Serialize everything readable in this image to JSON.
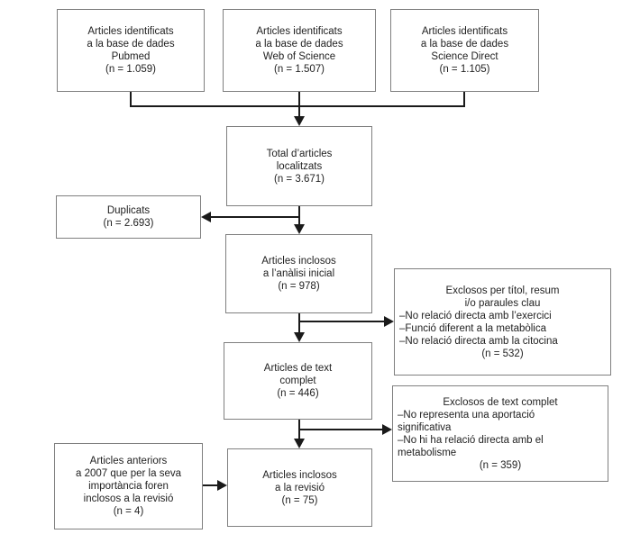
{
  "diagram": {
    "boxes": {
      "pubmed": {
        "lines": [
          "Articles identificats",
          "a la base de dades",
          "Pubmed",
          "(n = 1.059)"
        ]
      },
      "web_of_science": {
        "lines": [
          "Articles identificats",
          "a la base de dades",
          "Web of Science",
          "(n = 1.507)"
        ]
      },
      "science_direct": {
        "lines": [
          "Articles identificats",
          "a la base de dades",
          "Science Direct",
          "(n = 1.105)"
        ]
      },
      "total": {
        "lines": [
          "Total d’articles",
          "localitzats",
          "(n = 3.671)"
        ]
      },
      "duplicats": {
        "lines": [
          "Duplicats",
          "(n = 2.693)"
        ]
      },
      "analisi_inicial": {
        "lines": [
          "Articles inclosos",
          "a l’anàlisi inicial",
          "(n = 978)"
        ]
      },
      "exclosos_titol": {
        "lines": [
          "Exclosos per títol, resum",
          "i/o paraules clau",
          "–No relació directa amb l’exercici",
          "–Funció diferent a la metabòlica",
          "–No relació directa amb la citocina",
          "(n = 532)"
        ]
      },
      "text_complet": {
        "lines": [
          "Articles de text",
          "complet",
          "(n = 446)"
        ]
      },
      "exclosos_text_complet": {
        "lines": [
          "Exclosos de text complet",
          "–No representa una aportació",
          "significativa",
          "–No hi ha relació directa amb el",
          "metabolisme",
          "(n = 359)"
        ]
      },
      "anteriors_2007": {
        "lines": [
          "Articles anteriors",
          "a 2007 que per la seva",
          "importància foren",
          "inclosos a la revisió",
          "(n = 4)"
        ]
      },
      "revisio": {
        "lines": [
          "Articles inclosos",
          "a la revisió",
          "(n = 75)"
        ]
      }
    },
    "colors": {
      "background": "#ffffff",
      "box_border": "#7f7f7f",
      "line": "#1a1a1a",
      "text": "#222222"
    }
  }
}
